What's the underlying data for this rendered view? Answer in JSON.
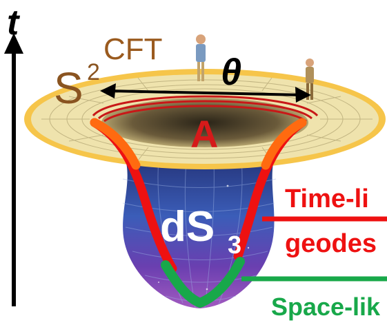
{
  "axis": {
    "time_label": "t"
  },
  "boundary": {
    "sphere_base": "S",
    "sphere_exponent": "2",
    "cft_label": "CFT",
    "angle_label": "θ"
  },
  "region": {
    "label": "A"
  },
  "bulk": {
    "base": "dS",
    "subscript": "3"
  },
  "legend": {
    "timelike_line1": "Time-li",
    "timelike_line2": "geodes",
    "spacelike": "Space-lik"
  },
  "colors": {
    "rim": "#f6c54a",
    "rim_fill": "#efe6b0",
    "timelike": "#ee1111",
    "timelike_top": "#ff6a10",
    "spacelike": "#18a84a",
    "region": "#d51a1a",
    "brown": "#9a5a1e",
    "throat_top": "#2a3a8a",
    "throat_bottom": "#8c3cb0"
  }
}
